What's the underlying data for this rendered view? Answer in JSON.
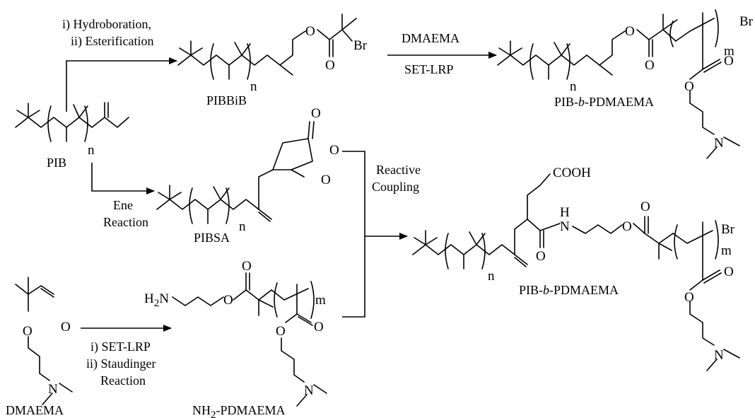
{
  "steps": {
    "hydroboration": "i) Hydroboration,",
    "esterification": "ii) Esterification",
    "dmaema_reagent": "DMAEMA",
    "set_lrp_top": "SET-LRP",
    "ene": "Ene",
    "ene_reaction": "Reaction",
    "reactive": "Reactive",
    "coupling": "Coupling",
    "set_lrp_bottom": "i) SET-LRP",
    "staudinger": "ii) Staudinger",
    "staudinger_reaction": "Reaction"
  },
  "compounds": {
    "pib": "PIB",
    "pibbib": "PIBBiB",
    "pibsa": "PIBSA",
    "dmaema": "DMAEMA",
    "nh2_pdmaema_prefix": "NH",
    "nh2_pdmaema_sub": "2",
    "nh2_pdmaema_suffix": "-PDMAEMA",
    "block_pib": "PIB-",
    "block_b": "b",
    "block_pdmaema": "-PDMAEMA"
  },
  "atoms": {
    "O": "O",
    "Br": "Br",
    "N": "N",
    "H": "H",
    "H2N": "H",
    "H2N_sub": "2",
    "H2N_N": "N",
    "COOH": "COOH",
    "n": "n",
    "m": "m"
  }
}
